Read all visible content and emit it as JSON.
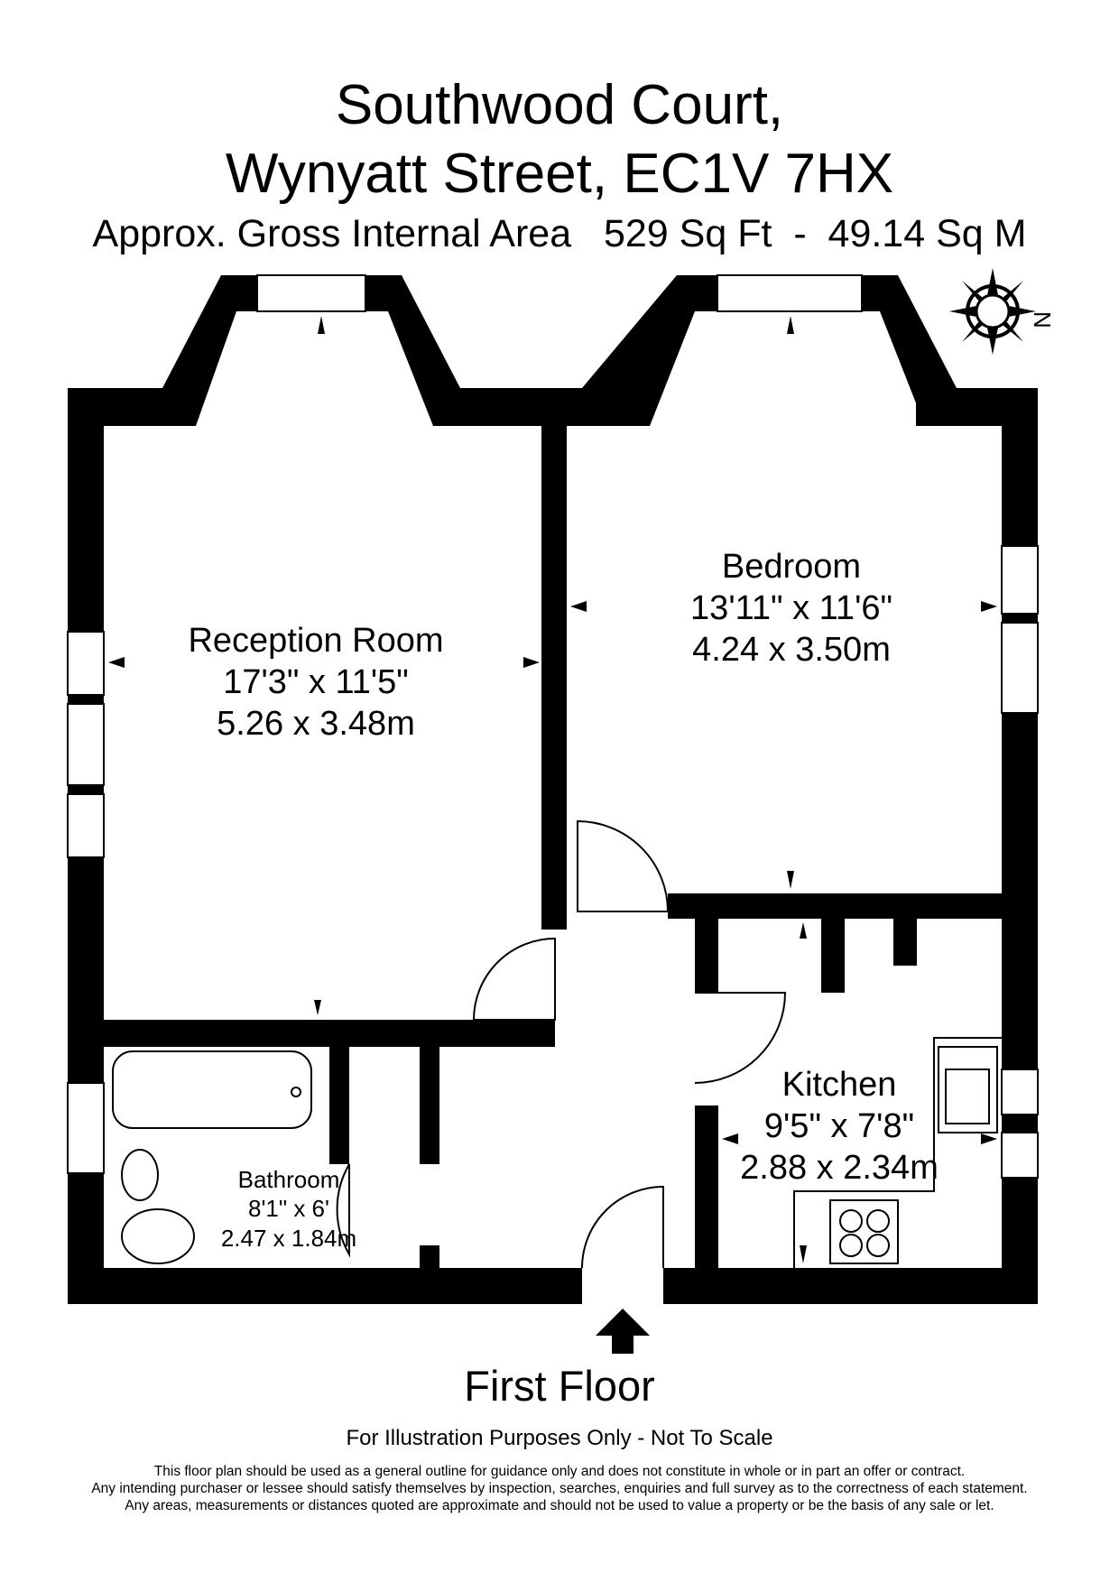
{
  "header": {
    "title_line1": "Southwood Court,",
    "title_line2": "Wynyatt Street, EC1V 7HX",
    "area_label": "Approx. Gross Internal Area   529 Sq Ft  -  49.14 Sq M"
  },
  "compass": {
    "label": "N"
  },
  "rooms": {
    "reception": {
      "name": "Reception Room",
      "imperial": "17'3\" x 11'5\"",
      "metric": "5.26 x 3.48m"
    },
    "bedroom": {
      "name": "Bedroom",
      "imperial": "13'11\" x 11'6\"",
      "metric": "4.24 x 3.50m"
    },
    "kitchen": {
      "name": "Kitchen",
      "imperial": "9'5\" x 7'8\"",
      "metric": "2.88 x 2.34m"
    },
    "bathroom": {
      "name": "Bathroom",
      "imperial": "8'1\" x 6'",
      "metric": "2.47 x 1.84m"
    }
  },
  "footer": {
    "floor": "First Floor",
    "illustration_note": "For Illustration Purposes Only - Not To Scale",
    "disclaimer": [
      "This floor plan should be used as a general outline for guidance only and does not constitute in whole or in part an offer or contract.",
      "Any intending purchaser or lessee should satisfy themselves by inspection, searches, enquiries and full survey as to the correctness of each statement.",
      "Any areas, measurements or distances quoted are approximate and should not be used to value a property or be the basis of any sale or let."
    ]
  },
  "colors": {
    "wall": "#000000",
    "background": "#ffffff"
  }
}
